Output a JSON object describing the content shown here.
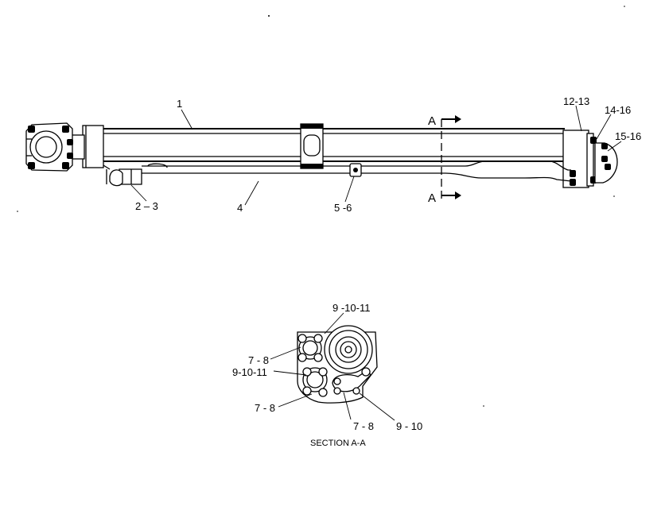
{
  "drawing": {
    "section_letter_top": "A",
    "section_letter_bottom": "A",
    "section_caption": "SECTION A-A"
  },
  "callouts": {
    "c1": "1",
    "c12_13": "12-13",
    "c14_16": "14-16",
    "c15_16": "15-16",
    "c2_3": "2 – 3",
    "c4": "4",
    "c5_6": "5 -6",
    "c9_10_11_top": "9 -10-11",
    "c7_8_left": "7 - 8",
    "c9_10_11_left": "9-10-11",
    "c7_8_bottom_left": "7 - 8",
    "c7_8_bottom": "7 - 8",
    "c9_10": "9 - 10"
  }
}
